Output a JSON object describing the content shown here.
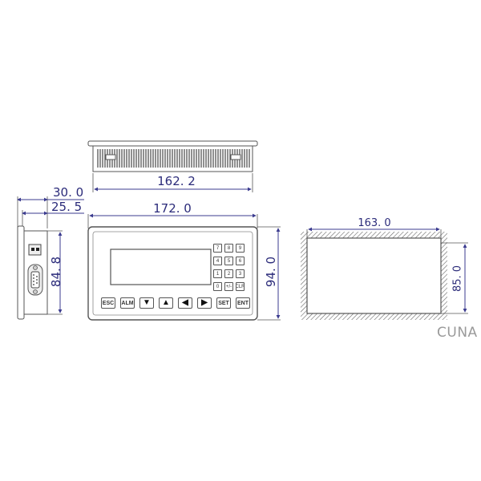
{
  "colors": {
    "outline": "#555555",
    "dimension": "#3b3b8f",
    "hatch": "#666666",
    "watermark": "#9a9a9a"
  },
  "top_view": {
    "dimension_width": "162. 2"
  },
  "side_view": {
    "dimension_depth_total": "30. 0",
    "dimension_depth_body": "25. 5",
    "dimension_height": "84. 8",
    "connectors": [
      "terminal-block",
      "db9-serial-port"
    ]
  },
  "front_view": {
    "dimension_width": "172. 0",
    "dimension_height": "94. 0",
    "keypad": {
      "rows": [
        [
          "7",
          "8",
          "9"
        ],
        [
          "4",
          "5",
          "6"
        ],
        [
          "1",
          "2",
          "3"
        ],
        [
          "0",
          "+/-",
          "CLR"
        ]
      ]
    },
    "function_keys": {
      "esc": "ESC",
      "alm": "ALM",
      "down": "▼",
      "up": "▲",
      "left": "◀",
      "right": "▶",
      "set": "SET",
      "ent": "ENT"
    }
  },
  "cutout_view": {
    "dimension_width": "163. 0",
    "dimension_height": "85. 0"
  },
  "watermark": "CUNA"
}
